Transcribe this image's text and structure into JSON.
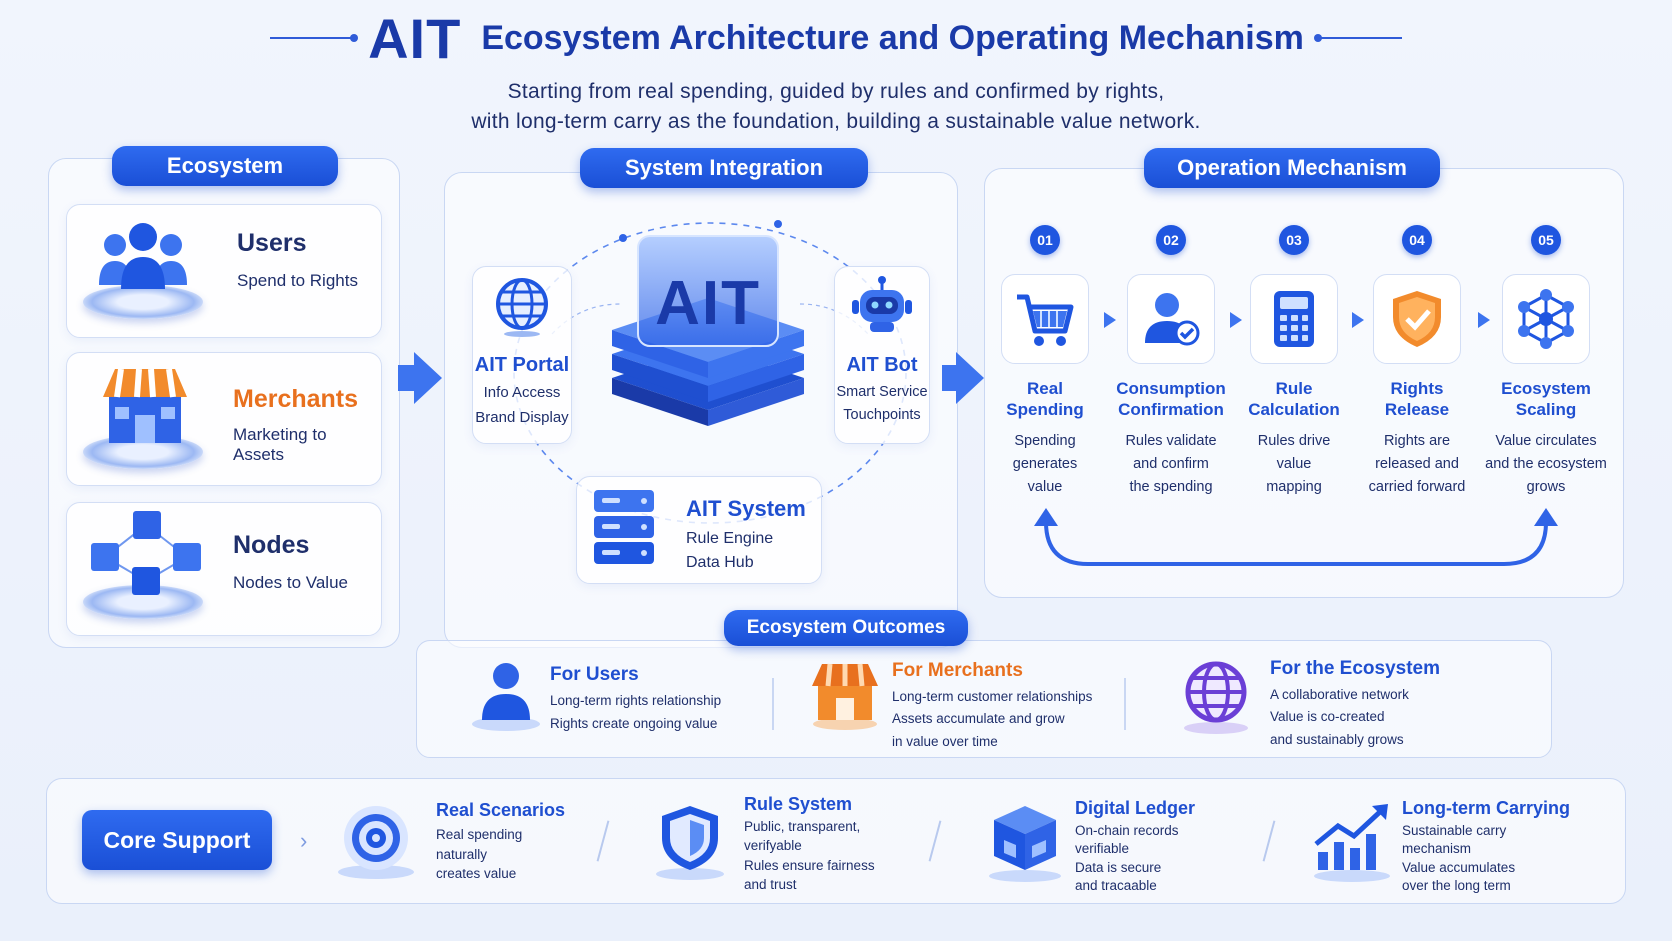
{
  "header": {
    "title_big": "AIT",
    "title_rest": "Ecosystem Architecture and Operating Mechanism",
    "subtitle_line1": "Starting from real spending, guided by rules and confirmed by rights,",
    "subtitle_line2": "with long-term carry as the foundation, building a sustainable value network."
  },
  "ecosystem": {
    "label": "Ecosystem",
    "items": [
      {
        "title": "Users",
        "sub": "Spend to Rights",
        "color": "#1f4fd0"
      },
      {
        "title": "Merchants",
        "sub": "Marketing to Assets",
        "color": "#e8701e"
      },
      {
        "title": "Nodes",
        "sub": "Nodes to Value",
        "color": "#1f4fd0"
      }
    ]
  },
  "integration": {
    "label": "System Integration",
    "core": "AIT",
    "portal": {
      "title": "AIT Portal",
      "line1": "Info Access",
      "line2": "Brand Display"
    },
    "bot": {
      "title": "AIT Bot",
      "line1": "Smart Service",
      "line2": "Touchpoints"
    },
    "system": {
      "title": "AIT System",
      "line1": "Rule Engine",
      "line2": "Data Hub"
    }
  },
  "operation": {
    "label": "Operation Mechanism",
    "steps": [
      {
        "num": "01",
        "title1": "Real",
        "title2": "Spending",
        "d1": "Spending",
        "d2": "generates",
        "d3": "value",
        "icon": "cart-icon"
      },
      {
        "num": "02",
        "title1": "Consumption",
        "title2": "Confirmation",
        "d1": "Rules validate",
        "d2": "and confirm",
        "d3": "the spending",
        "icon": "user-check-icon"
      },
      {
        "num": "03",
        "title1": "Rule",
        "title2": "Calculation",
        "d1": "Rules drive",
        "d2": "value",
        "d3": "mapping",
        "icon": "calculator-icon"
      },
      {
        "num": "04",
        "title1": "Rights",
        "title2": "Release",
        "d1": "Rights are",
        "d2": "released and",
        "d3": "carried forward",
        "icon": "shield-check-icon"
      },
      {
        "num": "05",
        "title1": "Ecosystem",
        "title2": "Scaling",
        "d1": "Value circulates",
        "d2": "and the ecosystem",
        "d3": "grows",
        "icon": "network-icon"
      }
    ]
  },
  "outcomes": {
    "label": "Ecosystem Outcomes",
    "items": [
      {
        "title": "For Users",
        "l1": "Long-term rights relationship",
        "l2": "Rights create ongoing value",
        "l3": "",
        "color": "#1f4fd0"
      },
      {
        "title": "For Merchants",
        "l1": "Long-term customer relationships",
        "l2": "Assets accumulate and grow",
        "l3": "in value over time",
        "color": "#e8701e"
      },
      {
        "title": "For the Ecosystem",
        "l1": "A collaborative network",
        "l2": "Value is co-created",
        "l3": "and sustainably grows",
        "color": "#1f4fd0"
      }
    ]
  },
  "core_support": {
    "label": "Core Support",
    "items": [
      {
        "title": "Real Scenarios",
        "lines": [
          "Real spending",
          "naturally",
          "creates value"
        ]
      },
      {
        "title": "Rule System",
        "lines": [
          "Public, transparent,",
          "verifyable",
          "Rules ensure fairness",
          "and trust"
        ]
      },
      {
        "title": "Digital Ledger",
        "lines": [
          "On-chain records",
          "verifiable",
          "Data is secure",
          "and tracaable"
        ]
      },
      {
        "title": "Long-term Carrying",
        "lines": [
          "Sustainable carry",
          "mechanism",
          "Value accumulates",
          "over the long term"
        ]
      }
    ]
  },
  "colors": {
    "accent": "#1f56e0",
    "orange": "#e8701e",
    "purple": "#6b3fd6"
  }
}
